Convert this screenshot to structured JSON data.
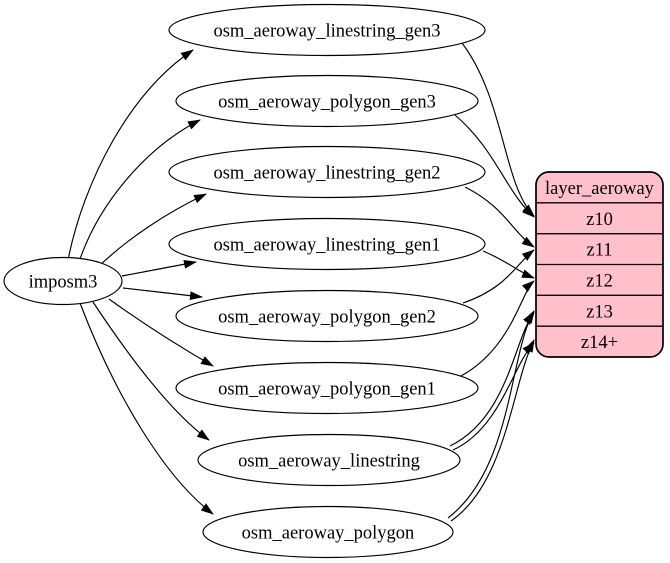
{
  "diagram": {
    "type": "etl-graph",
    "source": {
      "label": "imposm3"
    },
    "tables": [
      {
        "label": "osm_aeroway_linestring_gen3"
      },
      {
        "label": "osm_aeroway_polygon_gen3"
      },
      {
        "label": "osm_aeroway_linestring_gen2"
      },
      {
        "label": "osm_aeroway_linestring_gen1"
      },
      {
        "label": "osm_aeroway_polygon_gen2"
      },
      {
        "label": "osm_aeroway_polygon_gen1"
      },
      {
        "label": "osm_aeroway_linestring"
      },
      {
        "label": "osm_aeroway_polygon"
      }
    ],
    "layer": {
      "title": "layer_aeroway",
      "rows": [
        {
          "label": "z10"
        },
        {
          "label": "z11"
        },
        {
          "label": "z12"
        },
        {
          "label": "z13"
        },
        {
          "label": "z14+"
        }
      ]
    },
    "edges": {
      "from_source": [
        "osm_aeroway_linestring_gen3",
        "osm_aeroway_polygon_gen3",
        "osm_aeroway_linestring_gen2",
        "osm_aeroway_linestring_gen1",
        "osm_aeroway_polygon_gen2",
        "osm_aeroway_polygon_gen1",
        "osm_aeroway_linestring",
        "osm_aeroway_polygon"
      ],
      "table_to_layer": [
        {
          "from": "osm_aeroway_linestring_gen3",
          "to": "z10"
        },
        {
          "from": "osm_aeroway_polygon_gen3",
          "to": "z10"
        },
        {
          "from": "osm_aeroway_linestring_gen2",
          "to": "z11"
        },
        {
          "from": "osm_aeroway_polygon_gen2",
          "to": "z11"
        },
        {
          "from": "osm_aeroway_linestring_gen1",
          "to": "z12"
        },
        {
          "from": "osm_aeroway_polygon_gen1",
          "to": "z12"
        },
        {
          "from": "osm_aeroway_linestring",
          "to": "z13"
        },
        {
          "from": "osm_aeroway_linestring",
          "to": "z14+"
        },
        {
          "from": "osm_aeroway_polygon",
          "to": "z13"
        },
        {
          "from": "osm_aeroway_polygon",
          "to": "z14+"
        }
      ]
    },
    "colors": {
      "layer_fill": "#ffc0cb",
      "table_fill": "#ffffff",
      "stroke": "#000000",
      "background": "#ffffff"
    }
  }
}
